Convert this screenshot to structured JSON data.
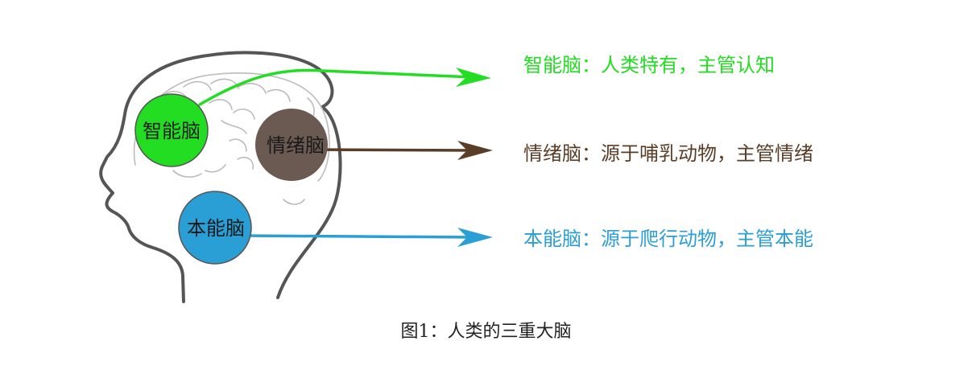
{
  "colors": {
    "smart": "#22dd22",
    "emotion": "#5a3d27",
    "emotion_circle": "#6b5a52",
    "instinct": "#2a9fd6",
    "outline": "#555555",
    "brain_lines": "#bbbbbb"
  },
  "brains": [
    {
      "label": "智能脑",
      "description": "智能脑：人类特有，主管认知"
    },
    {
      "label": "情绪脑",
      "description": "情绪脑：源于哺乳动物，主管情绪"
    },
    {
      "label": "本能脑",
      "description": "本能脑：源于爬行动物，主管本能"
    }
  ],
  "caption": "图1：人类的三重大脑"
}
